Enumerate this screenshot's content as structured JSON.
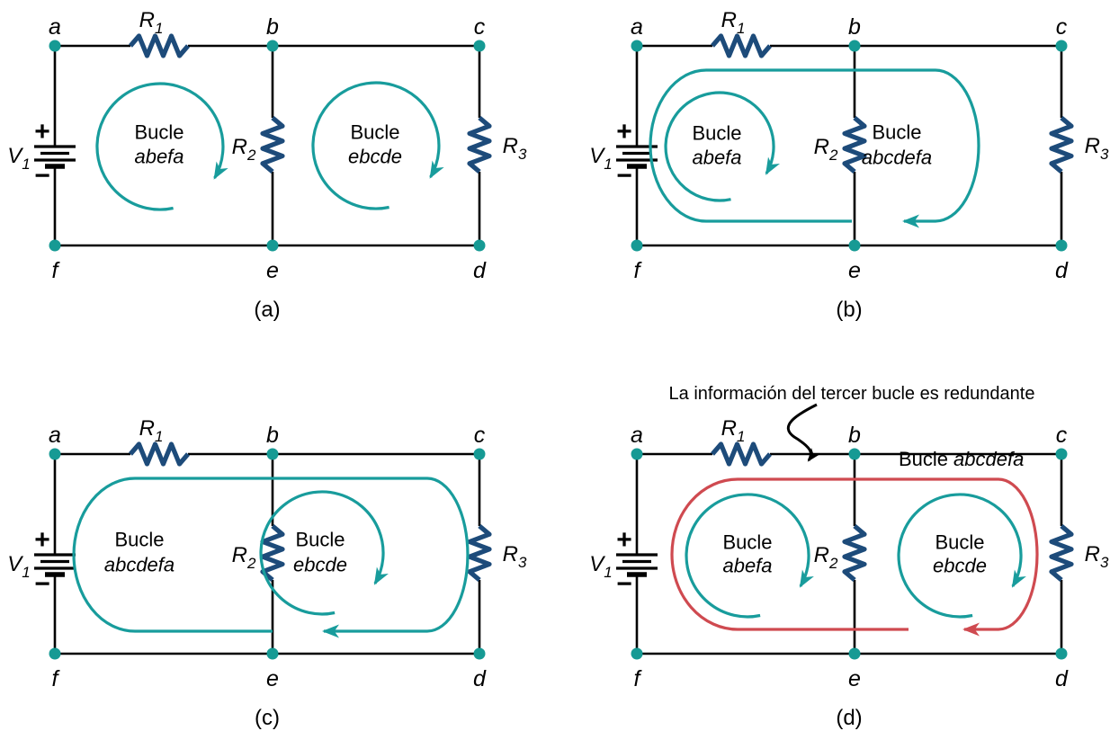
{
  "figure": {
    "description": "Cuatro paneles de circuito que muestran opciones de bucles de Kirchhoff",
    "captions": [
      "(a)",
      "(b)",
      "(c)",
      "(d)"
    ]
  },
  "colors": {
    "background": "#ffffff",
    "wire": "#000000",
    "resistor": "#1d4b7a",
    "loop": "#189c9c",
    "node_dot": "#169a94",
    "redundant_loop": "#cf4a50",
    "text": "#000000"
  },
  "components": {
    "battery": {
      "name": "V",
      "sub": "1",
      "plus": "+",
      "minus": "−"
    },
    "resistors": [
      {
        "name": "R",
        "sub": "1"
      },
      {
        "name": "R",
        "sub": "2"
      },
      {
        "name": "R",
        "sub": "3"
      }
    ]
  },
  "panels": [
    {
      "id": "a",
      "caption": "(a)",
      "node_labels": {
        "top": [
          "a",
          "b",
          "c"
        ],
        "bottom": [
          "f",
          "e",
          "d"
        ]
      },
      "loops": [
        {
          "kind": "circle",
          "position": "left",
          "label_line1": "Bucle",
          "label_line2": "abefa",
          "color_key": "loop"
        },
        {
          "kind": "circle",
          "position": "right",
          "label_line1": "Bucle",
          "label_line2": "ebcde",
          "color_key": "loop"
        }
      ]
    },
    {
      "id": "b",
      "caption": "(b)",
      "node_labels": {
        "top": [
          "a",
          "b",
          "c"
        ],
        "bottom": [
          "f",
          "e",
          "d"
        ]
      },
      "loops": [
        {
          "kind": "circle",
          "position": "left",
          "label_line1": "Bucle",
          "label_line2": "abefa",
          "color_key": "loop"
        },
        {
          "kind": "stadium",
          "position": "right",
          "label_line1": "Bucle",
          "label_line2": "abcdefa",
          "color_key": "loop"
        }
      ]
    },
    {
      "id": "c",
      "caption": "(c)",
      "node_labels": {
        "top": [
          "a",
          "b",
          "c"
        ],
        "bottom": [
          "f",
          "e",
          "d"
        ]
      },
      "loops": [
        {
          "kind": "stadium",
          "position": "left",
          "label_line1": "Bucle",
          "label_line2": "abcdefa",
          "color_key": "loop"
        },
        {
          "kind": "circle",
          "position": "right",
          "label_line1": "Bucle",
          "label_line2": "ebcde",
          "color_key": "loop"
        }
      ]
    },
    {
      "id": "d",
      "caption": "(d)",
      "annotation": "La información del tercer bucle es redundante",
      "node_labels": {
        "top": [
          "a",
          "b",
          "c"
        ],
        "bottom": [
          "f",
          "e",
          "d"
        ]
      },
      "loops": [
        {
          "kind": "circle",
          "position": "left",
          "label_line1": "Bucle",
          "label_line2": "abefa",
          "color_key": "loop"
        },
        {
          "kind": "circle",
          "position": "right",
          "label_line1": "Bucle",
          "label_line2": "ebcde",
          "color_key": "loop"
        },
        {
          "kind": "stadium",
          "position": "top-right-inline",
          "label_line1": "Bucle",
          "label_line2": "abcdefa",
          "color_key": "redundant_loop"
        }
      ]
    }
  ]
}
